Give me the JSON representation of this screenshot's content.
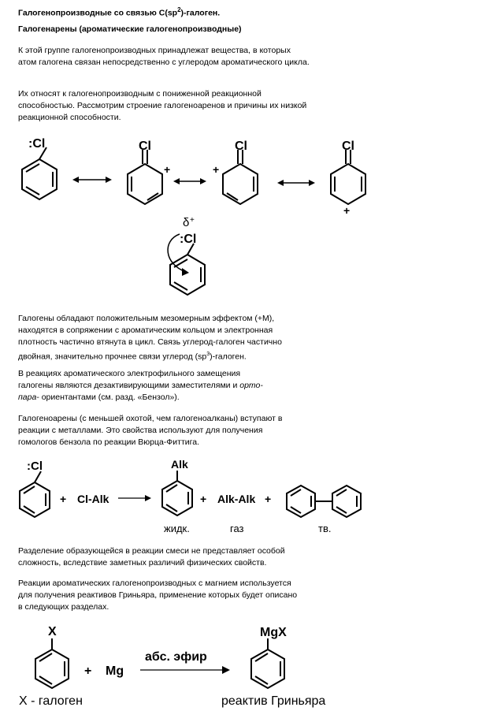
{
  "heading": {
    "title_part1": "Галогенопроизводные со связью C(sp",
    "title_sup": "2",
    "title_part2": ")-галоген.",
    "subtitle": "Галогенарены (ароматические галогенопроизводные)"
  },
  "paragraphs": {
    "p1": "К этой группе галогенопроизводных принадлежат вещества, в которых атом галогена связан непосредственно с углеродом ароматического цикла.",
    "p2": "Их относят к галогенопроизводным с пониженной реакционной способностью. Рассмотрим строение галогеноаренов и причины их низкой реакционной способности.",
    "p3_part1": "Галогены обладают положительным мезомерным эффектом (+M), находятся в сопряжении с ароматическим кольцом и электронная плотность частично втянута в цикл. Связь углерод-галоген частично двойная, значительно прочнее связи углерод (sp",
    "p3_sup": "3",
    "p3_part2": ")-галоген.",
    "p4_part1": "В реакциях ароматического электрофильного замещения галогены являются дезактивирующими заместителями и ",
    "p4_italic": "орто-пара-",
    "p4_part2": " ориентантами (см. разд. «Бензол»).",
    "p5": "Галогеноарены (с меньшей охотой, чем галогеноалканы) вступают в реакции с металлами. Это свойства используют для получения гомологов бензола по реакции Вюрца-Фиттига.",
    "p6": "Разделение образующейся в реакции смеси не представляет особой сложность, вследствие заметных различий физических свойств.",
    "p7": "Реакции ароматических галогенопроизводных с магнием используется для получения реактивов Гриньяра, применение которых будет описано в следующих разделах."
  },
  "resonance": {
    "cl_lone_pair": ":Cl",
    "cl": "Cl",
    "plus": "+",
    "delta": "δ",
    "delta_sign": "+"
  },
  "wurtz": {
    "cl": ":Cl",
    "plus": "+",
    "reagent": "Cl-Alk",
    "alk": "Alk",
    "byproduct": "Alk-Alk",
    "label_liquid": "жидк.",
    "label_gas": "газ",
    "label_solid": "тв."
  },
  "grignard": {
    "x": "X",
    "plus": "+",
    "mg": "Mg",
    "condition": "абс. эфир",
    "product": "MgX",
    "label_left": "X - галоген",
    "label_right": "реактив Гриньяра"
  }
}
